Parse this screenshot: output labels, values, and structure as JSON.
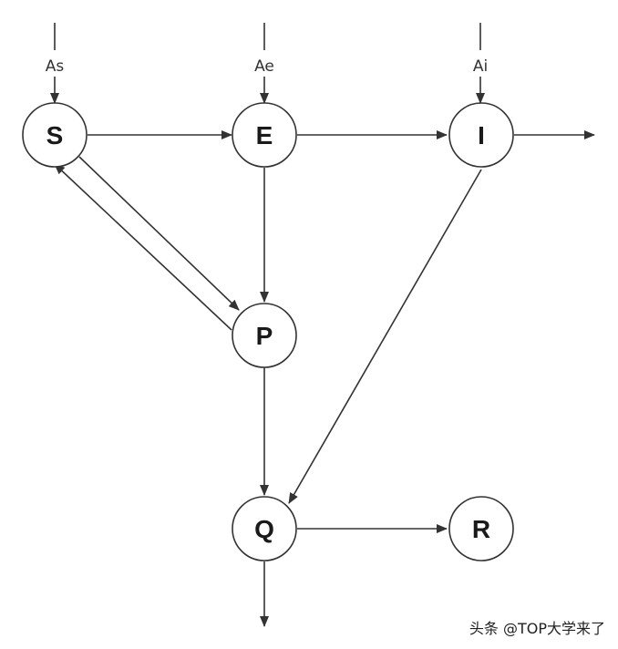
{
  "nodes": {
    "S": "S",
    "E": "E",
    "I": "I",
    "P": "P",
    "Q": "Q",
    "R": "R"
  },
  "inputs": {
    "S": "As",
    "E": "Ae",
    "I": "Ai"
  },
  "watermark": "头条 @TOP大学来了",
  "colors": {
    "stroke": "#333333",
    "background": "#ffffff"
  }
}
